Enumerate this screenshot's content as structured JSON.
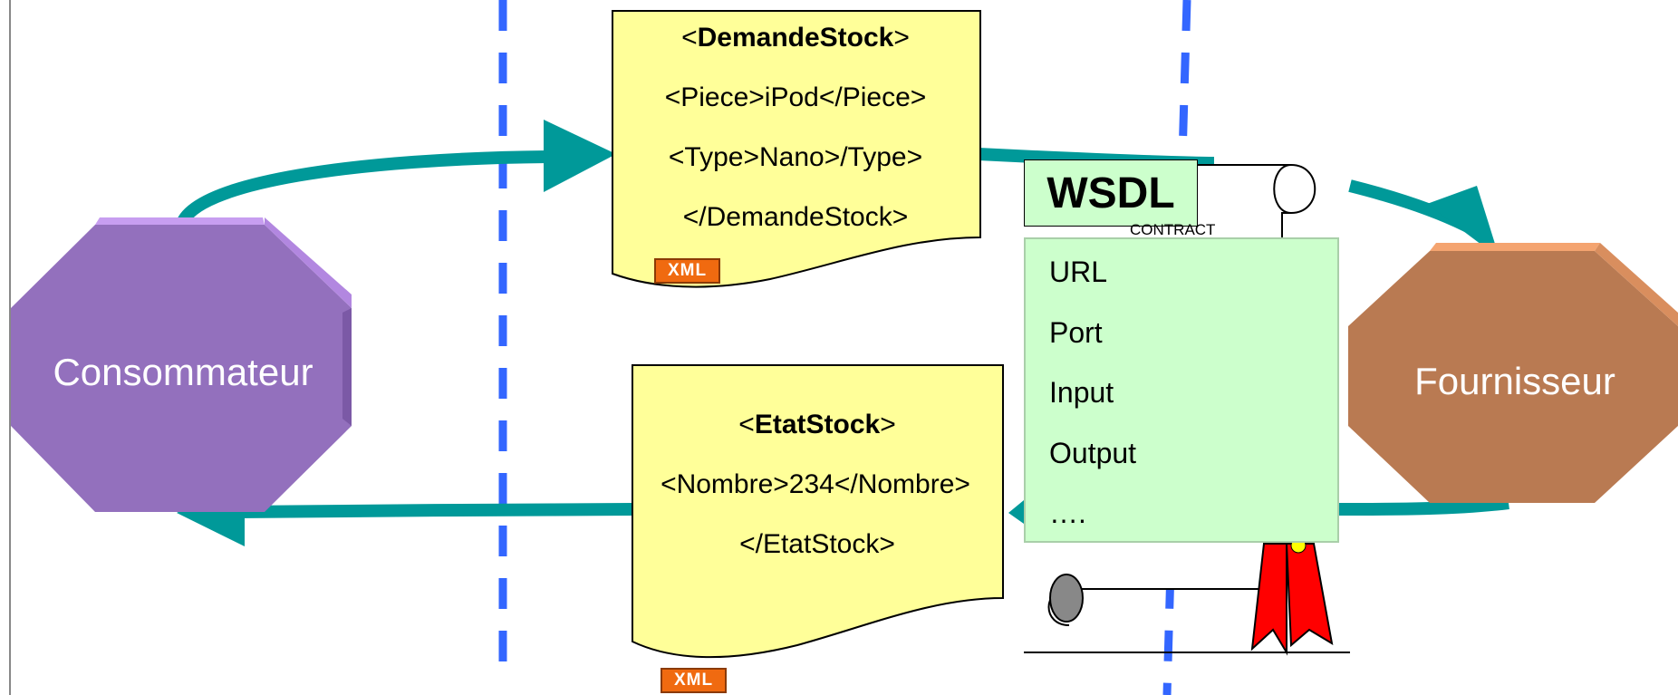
{
  "colors": {
    "arrow": "#009999",
    "divider": "#3366ff",
    "note": "#ffff99",
    "wsdl_box": "#ccffcc",
    "consumer": "#9370bd",
    "provider": "#b97a52",
    "ribbon": "#ff0000"
  },
  "actors": {
    "consumer_label": "Consommateur",
    "provider_label": "Fournisseur"
  },
  "request_doc": {
    "open_prefix": "<",
    "open_tag": "DemandeStock",
    "open_suffix": ">",
    "line1": "<Piece>iPod</Piece>",
    "line2": "<Type>Nano>/Type>",
    "close": "</DemandeStock>",
    "badge": "XML"
  },
  "response_doc": {
    "open_prefix": "<",
    "open_tag": "EtatStock",
    "open_suffix": ">",
    "line1": "<Nombre>234</Nombre>",
    "close": "</EtatStock>",
    "badge": "XML"
  },
  "wsdl": {
    "title": "WSDL",
    "contract_text": "CONTRACT",
    "items": [
      "URL",
      "Port",
      "Input",
      "Output",
      "…."
    ]
  }
}
